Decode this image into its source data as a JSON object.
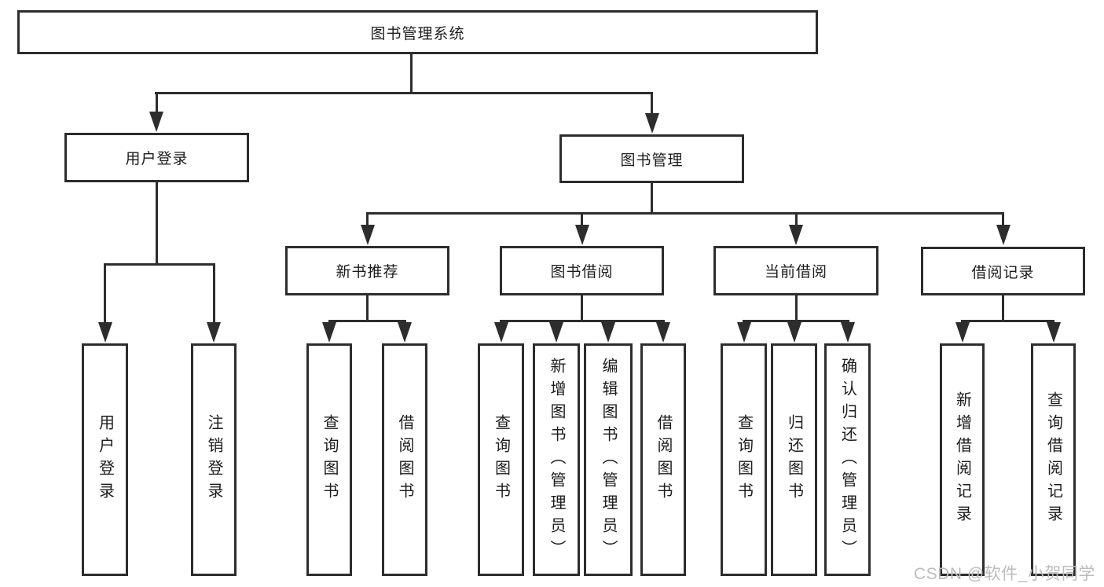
{
  "diagram": {
    "root": {
      "label": "图书管理系统"
    },
    "level2": [
      {
        "label": "用户登录"
      },
      {
        "label": "图书管理"
      }
    ],
    "level3": [
      {
        "label": "新书推荐"
      },
      {
        "label": "图书借阅"
      },
      {
        "label": "当前借阅"
      },
      {
        "label": "借阅记录"
      }
    ],
    "leaves": [
      {
        "label": "用户登录"
      },
      {
        "label": "注销登录"
      },
      {
        "label": "查询图书"
      },
      {
        "label": "借阅图书"
      },
      {
        "label": "查询图书"
      },
      {
        "label": "新增图书（管理员）"
      },
      {
        "label": "编辑图书（管理员）"
      },
      {
        "label": "借阅图书"
      },
      {
        "label": "查询图书"
      },
      {
        "label": "归还图书"
      },
      {
        "label": "确认归还（管理员）"
      },
      {
        "label": "新增借阅记录"
      },
      {
        "label": "查询借阅记录"
      }
    ]
  },
  "watermark": {
    "text": "CSDN @软件_小贺同学"
  },
  "colors": {
    "line": "#2d2d2d",
    "text": "#1c1c1c",
    "watermark": "#bcbcbc",
    "background": "#ffffff"
  }
}
